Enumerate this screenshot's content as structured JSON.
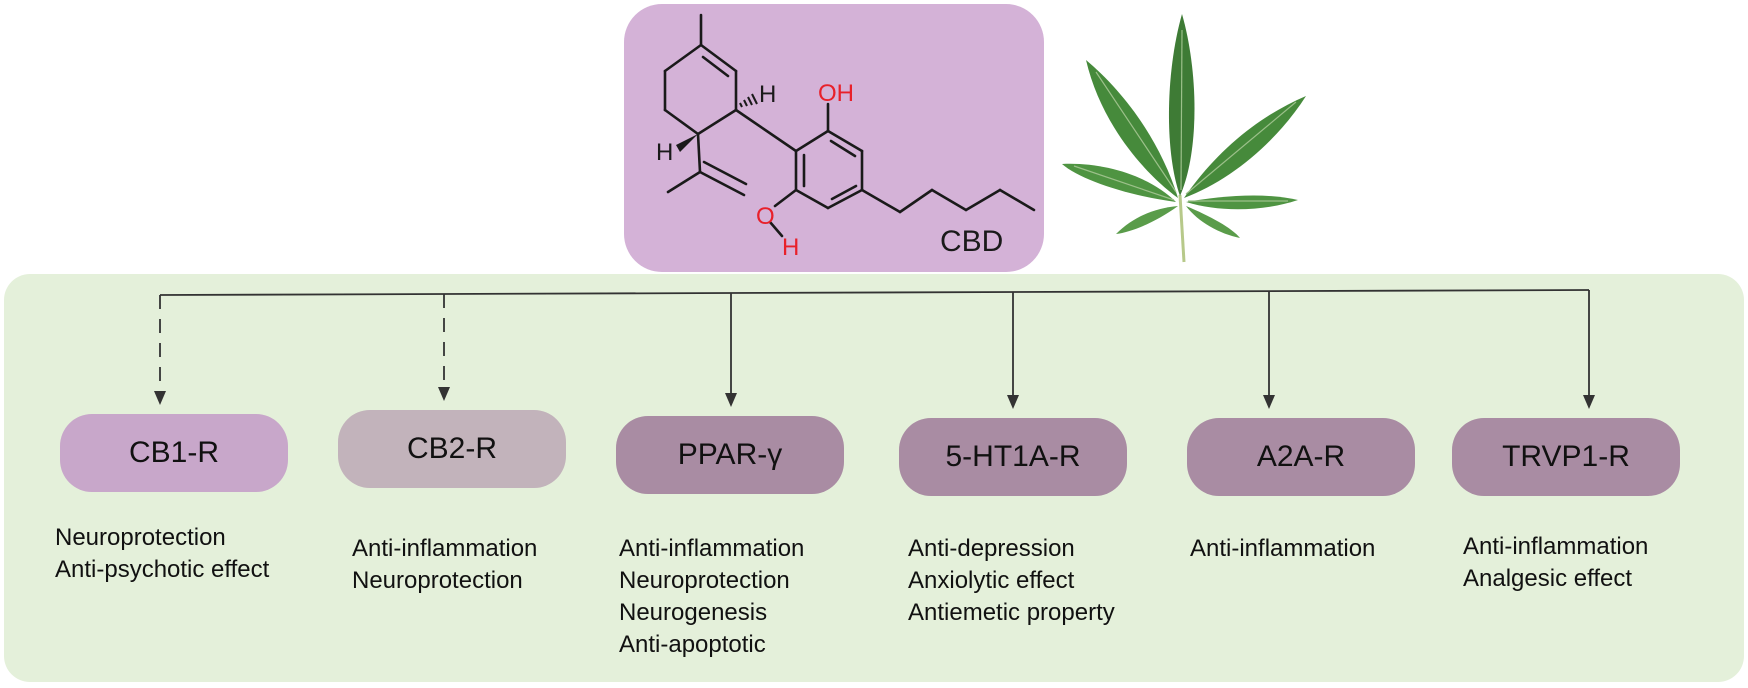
{
  "compound": {
    "label": "CBD",
    "atom_labels": {
      "oh_top": "OH",
      "o_bottom": "O",
      "h_bottom": "H",
      "h_stereo_right": "H",
      "h_stereo_left": "H"
    },
    "colors": {
      "box": "#d4b2d7",
      "heteroatom": "#e8202a",
      "bond": "#1a1a1a"
    }
  },
  "leaf_icon": "cannabis-leaf-icon",
  "panel_color": "#e4f0da",
  "receptors": [
    {
      "id": "cb1",
      "label": "CB1-R",
      "color": "#c8a7ca",
      "arrow": "dashed",
      "effects": [
        "Neuroprotection",
        "Anti-psychotic effect"
      ]
    },
    {
      "id": "cb2",
      "label": "CB2-R",
      "color": "#c2b3bb",
      "arrow": "dashed",
      "effects": [
        "Anti-inflammation",
        "Neuroprotection"
      ]
    },
    {
      "id": "ppar",
      "label": "PPAR-γ",
      "color": "#a98ca3",
      "arrow": "solid",
      "effects": [
        "Anti-inflammation",
        "Neuroprotection",
        "Neurogenesis",
        "Anti-apoptotic"
      ]
    },
    {
      "id": "ht1a",
      "label": "5-HT1A-R",
      "color": "#a98ca3",
      "arrow": "solid",
      "effects": [
        "Anti-depression",
        "Anxiolytic effect",
        "Antiemetic property"
      ]
    },
    {
      "id": "a2a",
      "label": "A2A-R",
      "color": "#a98ca3",
      "arrow": "solid",
      "effects": [
        "Anti-inflammation"
      ]
    },
    {
      "id": "trpv1",
      "label": "TRVP1-R",
      "color": "#a98ca3",
      "arrow": "solid",
      "effects": [
        "Anti-inflammation",
        "Analgesic effect"
      ]
    }
  ]
}
